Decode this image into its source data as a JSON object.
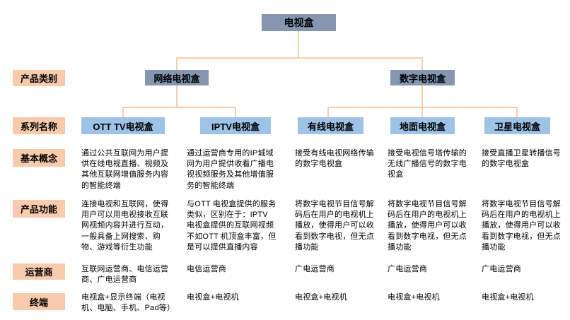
{
  "colors": {
    "slate": "#8496B0",
    "lightblue": "#9DC3E6",
    "peach": "#F8CBAD",
    "line": "#F5BE8E"
  },
  "root": {
    "label": "电视盒"
  },
  "categories": [
    {
      "label": "网络电视盒"
    },
    {
      "label": "数字电视盒"
    }
  ],
  "row_labels": {
    "category": "产品类别",
    "series": "系列名称",
    "concept": "基本概念",
    "function": "产品功能",
    "operator": "运营商",
    "terminal": "终端"
  },
  "columns": [
    {
      "series": "OTT TV电视盒",
      "concept": "通过公共互联网为用户提供在线电视直播、视频及其他互联网增值服务内容的智能终端",
      "function": "连接电视和互联网，使得用户可以用电视接收互联网视频内容并进行互动，一般具备上网搜索、购物、游戏等衍生功能",
      "operator": "互联网运营商、电信运营商、广电运营商",
      "terminal": "电视盒+显示终端（电视机、电脑、手机、Pad等）"
    },
    {
      "series": "IPTV电视盒",
      "concept": "通过运营商专用的IP城域网为用户提供收看广播电视视频服务及其他增值服务的智能终端",
      "function": "与OTT 电视盒提供的服务类似，区别在于：IPTV 电视盒提供的互联网视频不如OTT 机顶盒丰富，但是可以提供直播内容",
      "operator": "电信运营商",
      "terminal": "电视盒+电视机"
    },
    {
      "series": "有线电视盒",
      "concept": "接受有线电视网络传输的数字电视盒",
      "function": "将数字电视节目信号解码后在用户的电视机上播放，使得用户可以收看到数字电视，但无点播功能",
      "operator": "广电运营商",
      "terminal": "电视盒+电视机"
    },
    {
      "series": "地面电视盒",
      "concept": "接受电视信号塔传输的无线广播信号的数字电视盒",
      "function": "将数字电视节目信号解码后在用户的电视机上播放，使得用户可以收看到数字电视，但无点播功能",
      "operator": "广电运营商",
      "terminal": "电视盒+电视机"
    },
    {
      "series": "卫星电视盒",
      "concept": "接受直播卫星转播信号的数字电视盒",
      "function": "将数字电视节目信号解码后在用户的电视机上播放，使得用户可以收看到数字电视，但无点播功能",
      "operator": "广电运营商",
      "terminal": "电视盒+电视机"
    }
  ]
}
